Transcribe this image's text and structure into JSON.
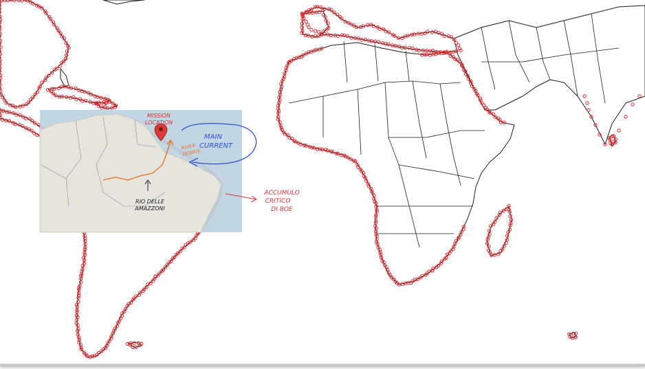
{
  "colors": {
    "land_outline": "#1a1a1a",
    "buoy": "#e8242b",
    "inset_bg": "#bcd3df",
    "inset_land": "#e6e4dc",
    "river": "#e8742a",
    "current": "#2e4fd0",
    "annotation_red": "#d8343b",
    "text_dark": "#222222"
  },
  "inset": {
    "mission_label": "MISSION LOCATION",
    "pin_icon": "map-pin-icon",
    "river_debris_label": "RIVER DEBRIS",
    "main_current_label": "MAIN CURRENT",
    "river_label": "RIO DELLE AMAZZONI"
  },
  "annotations": {
    "buoy_accumulation": "ACCUMULO CRITICO DI BOE"
  }
}
